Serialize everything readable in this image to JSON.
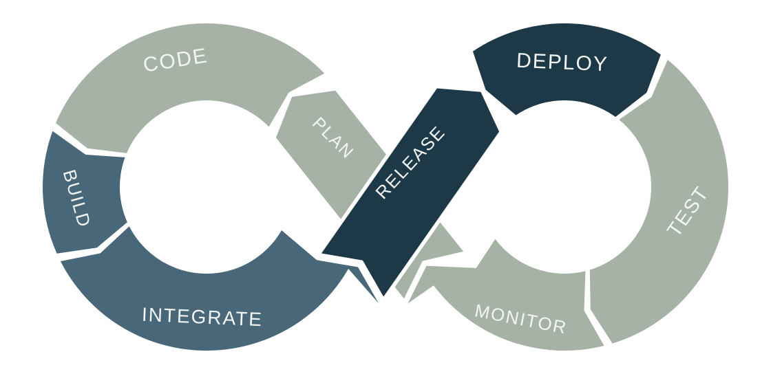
{
  "diagram": {
    "background": "#ffffff",
    "outline_color": "#ffffff",
    "label_color": "#f2f5f2",
    "segments": {
      "plan": {
        "label": "PLAN",
        "color": "#a6b2a5"
      },
      "code": {
        "label": "CODE",
        "color": "#a6b2a5"
      },
      "build": {
        "label": "BUILD",
        "color": "#48687a"
      },
      "integrate": {
        "label": "INTEGRATE",
        "color": "#48687a"
      },
      "release": {
        "label": "RELEASE",
        "color": "#1d3947"
      },
      "deploy": {
        "label": "DEPLOY",
        "color": "#1d3947"
      },
      "test": {
        "label": "TEST",
        "color": "#a6b2a5"
      },
      "monitor": {
        "label": "MONITOR",
        "color": "#a6b2a5"
      }
    },
    "flow_order": [
      "PLAN",
      "CODE",
      "BUILD",
      "INTEGRATE",
      "RELEASE",
      "DEPLOY",
      "TEST",
      "MONITOR"
    ]
  }
}
